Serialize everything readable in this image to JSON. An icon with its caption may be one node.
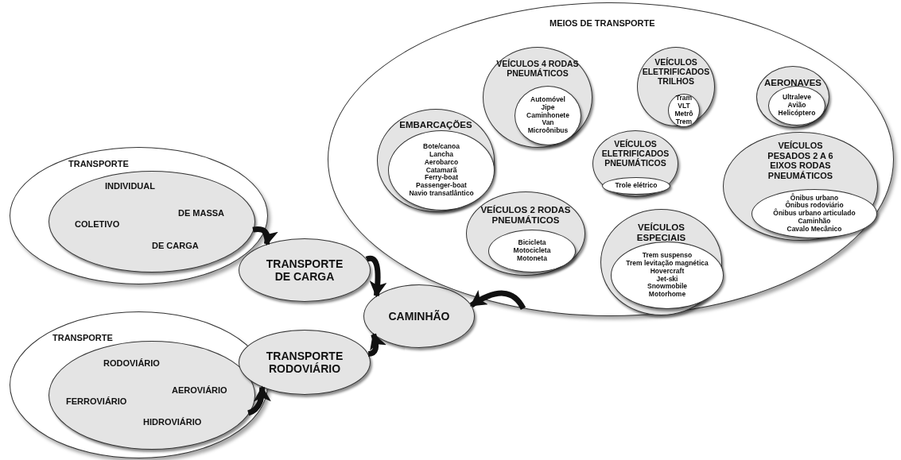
{
  "diagram": {
    "nodes": [
      {
        "text": [
          "TRANSPORTE"
        ]
      },
      {
        "text": [
          "INDIVIDUAL",
          "DE MASSA",
          "COLETIVO",
          "DE CARGA"
        ],
        "in": 0
      },
      {
        "text": [
          "TRANSPORTE DE CARGA"
        ]
      },
      {
        "text": [
          "TRANSPORTE"
        ]
      },
      {
        "text": [
          "RODOVIÁRIO",
          "AEROVIÁRIO",
          "FERROVIÁRIO",
          "HIDROVIÁRIO"
        ],
        "in": 3
      },
      {
        "text": [
          "TRANSPORTE RODOVIÁRIO"
        ]
      },
      {
        "text": [
          "CAMINHÃO"
        ]
      },
      {
        "text": [
          "MEIOS DE TRANSPORTE"
        ]
      },
      {
        "text": [
          "VEÍCULOS 4 RODAS PNEUMÁTICOS"
        ],
        "in": 7
      },
      {
        "text": [
          "Automóvel",
          "Jipe",
          "Caminhonete",
          "Van",
          "Microônibus"
        ],
        "in": 8
      },
      {
        "text": [
          "VEÍCULOS ELETRIFICADOS TRILHOS"
        ],
        "in": 7
      },
      {
        "text": [
          "Tram",
          "VLT",
          "Metrô",
          "Trem"
        ],
        "in": 10
      },
      {
        "text": [
          "AERONAVES"
        ],
        "in": 7
      },
      {
        "text": [
          "Ultraleve",
          "Avião",
          "Helicóptero"
        ],
        "in": 12
      },
      {
        "text": [
          "EMBARCAÇÕES"
        ],
        "in": 7
      },
      {
        "text": [
          "Bote/canoa",
          "Lancha",
          "Aerobarco",
          "Catamarã",
          "Ferry-boat",
          "Passenger-boat",
          "Navio transatlântico"
        ],
        "in": 14
      },
      {
        "text": [
          "VEÍCULOS ELETRIFICADOS PNEUMÁTICOS"
        ],
        "in": 7
      },
      {
        "text": [
          "Trole elétrico"
        ],
        "in": 16
      },
      {
        "text": [
          "VEÍCULOS PESADOS 2 A 6 EIXOS RODAS PNEUMÁTICOS"
        ],
        "in": 7
      },
      {
        "text": [
          "Ônibus urbano",
          "Ônibus rodoviário",
          "Ônibus urbano articulado",
          "Caminhão",
          "Cavalo Mecânico"
        ],
        "in": 18
      },
      {
        "text": [
          "VEÍCULOS 2 RODAS PNEUMÁTICOS"
        ],
        "in": 7
      },
      {
        "text": [
          "Bicicleta",
          "Motocicleta",
          "Motoneta"
        ],
        "in": 20
      },
      {
        "text": [
          "VEÍCULOS ESPECIAIS"
        ],
        "in": 7
      },
      {
        "text": [
          "Trem suspenso",
          "Trem levitação magnética",
          "Hovercraft",
          "Jet-ski",
          "Snowmobile",
          "Motorhome"
        ],
        "in": 22
      }
    ],
    "edges": [
      {
        "from": 1,
        "to": 2,
        "arrow": "to"
      },
      {
        "from": 2,
        "to": 6,
        "arrow": "to"
      },
      {
        "from": 4,
        "to": 5,
        "arrow": "to"
      },
      {
        "from": 5,
        "to": 6,
        "arrow": "to"
      },
      {
        "from": 7,
        "to": 6,
        "arrow": "to"
      }
    ]
  }
}
